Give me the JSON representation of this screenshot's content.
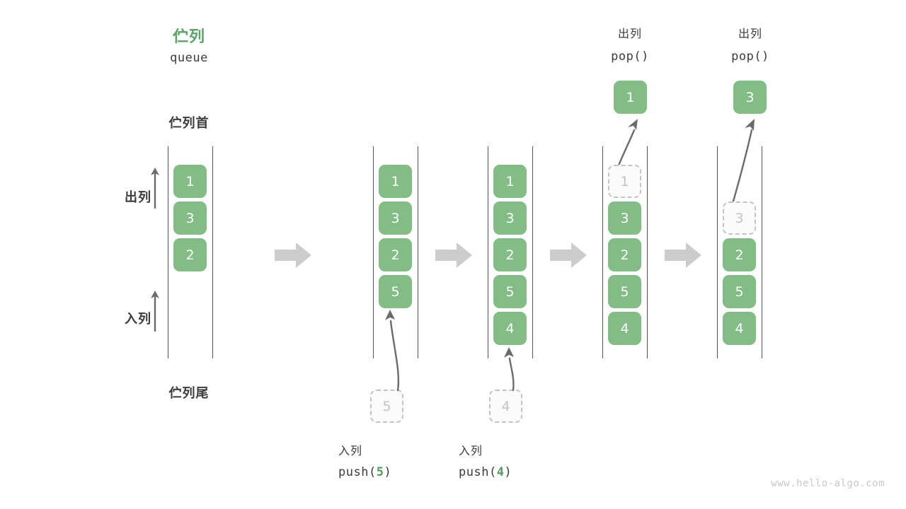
{
  "diagram": {
    "title_cn": "伫列",
    "title_code": "queue",
    "head_label": "伫列首",
    "tail_label": "伫列尾",
    "dequeue_label": "出列",
    "enqueue_label": "入列",
    "watermark": "www.hello-algo.com",
    "colors": {
      "accent_green": "#5aa469",
      "cell_green": "#82bd86",
      "ghost_gray": "#c4c4c4",
      "arrow_gray": "#cccccc",
      "text_dark": "#3c3c3c",
      "rail_gray": "#555555"
    }
  },
  "steps": [
    {
      "id": "initial",
      "cells": [
        "1",
        "3",
        "2"
      ],
      "ghost_index": -1,
      "top_op_cn": "",
      "top_op_code": "",
      "top_value": "",
      "bottom_op_cn": "",
      "bottom_op_code_prefix": "",
      "bottom_op_value": "",
      "bottom_op_suffix": "",
      "bottom_value": ""
    },
    {
      "id": "push-5",
      "cells": [
        "1",
        "3",
        "2",
        "5"
      ],
      "ghost_index": -1,
      "top_op_cn": "",
      "top_op_code": "",
      "top_value": "",
      "bottom_op_cn": "入列",
      "bottom_op_code_prefix": "push(",
      "bottom_op_value": "5",
      "bottom_op_suffix": ")",
      "bottom_value": "5"
    },
    {
      "id": "push-4",
      "cells": [
        "1",
        "3",
        "2",
        "5",
        "4"
      ],
      "ghost_index": -1,
      "top_op_cn": "",
      "top_op_code": "",
      "top_value": "",
      "bottom_op_cn": "入列",
      "bottom_op_code_prefix": "push(",
      "bottom_op_value": "4",
      "bottom_op_suffix": ")",
      "bottom_value": "4"
    },
    {
      "id": "pop-1",
      "cells": [
        "1",
        "3",
        "2",
        "5",
        "4"
      ],
      "ghost_index": 0,
      "top_op_cn": "出列",
      "top_op_code": "pop()",
      "top_value": "1",
      "bottom_op_cn": "",
      "bottom_op_code_prefix": "",
      "bottom_op_value": "",
      "bottom_op_suffix": "",
      "bottom_value": ""
    },
    {
      "id": "pop-3",
      "cells": [
        "",
        "3",
        "2",
        "5",
        "4"
      ],
      "ghost_index": 1,
      "top_op_cn": "出列",
      "top_op_code": "pop()",
      "top_value": "3",
      "bottom_op_cn": "",
      "bottom_op_code_prefix": "",
      "bottom_op_value": "",
      "bottom_op_suffix": "",
      "bottom_value": ""
    }
  ]
}
